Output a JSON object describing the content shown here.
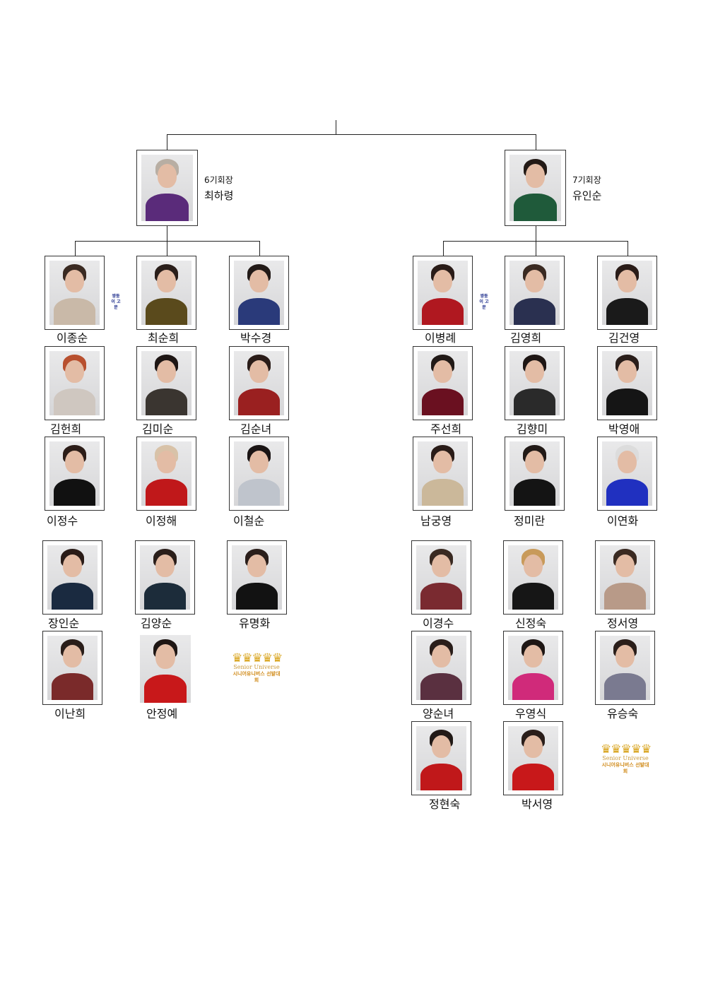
{
  "leaders": [
    {
      "title": "6기회장",
      "name": "최하령",
      "hair": "#b8aea3",
      "outfit": "#5a2b7a"
    },
    {
      "title": "7기회장",
      "name": "유인순",
      "hair": "#231a16",
      "outfit": "#1f5a3a"
    }
  ],
  "left_group": {
    "tag": "쌍둥이 고문",
    "members": [
      {
        "name": "이종순",
        "hair": "#3a2a22",
        "outfit": "#c9b9a8"
      },
      {
        "name": "최순희",
        "hair": "#2a1e1a",
        "outfit": "#5a4a1c"
      },
      {
        "name": "박수경",
        "hair": "#221a17",
        "outfit": "#2a3a7a"
      },
      {
        "name": "김헌희",
        "hair": "#b8502f",
        "outfit": "#cfc7c0"
      },
      {
        "name": "김미순",
        "hair": "#1e1614",
        "outfit": "#3a3530"
      },
      {
        "name": "김순녀",
        "hair": "#2a1c18",
        "outfit": "#9a2020"
      },
      {
        "name": "이정수",
        "hair": "#2c1d18",
        "outfit": "#111111"
      },
      {
        "name": "이정해",
        "hair": "#d8c2a8",
        "outfit": "#c0181a"
      },
      {
        "name": "이철순",
        "hair": "#1a1414",
        "outfit": "#bfc4cc"
      },
      {
        "name": "장인순",
        "hair": "#2a1c18",
        "outfit": "#1a2a40"
      },
      {
        "name": "김양순",
        "hair": "#2a1e1a",
        "outfit": "#1c2c3a"
      },
      {
        "name": "유명화",
        "hair": "#2a1e1a",
        "outfit": "#121212"
      },
      {
        "name": "이난희",
        "hair": "#2a1e1a",
        "outfit": "#7a2a2a"
      },
      {
        "name": "안정예",
        "hair": "#1e1614",
        "outfit": "#c8181a"
      }
    ]
  },
  "right_group": {
    "tag": "쌍둥이 고문",
    "members": [
      {
        "name": "이병례",
        "hair": "#2a1c18",
        "outfit": "#b01820"
      },
      {
        "name": "김영희",
        "hair": "#3a2a22",
        "outfit": "#2a3050"
      },
      {
        "name": "김건영",
        "hair": "#2a1c18",
        "outfit": "#1a1a1a"
      },
      {
        "name": "주선희",
        "hair": "#221a17",
        "outfit": "#6a1020"
      },
      {
        "name": "김향미",
        "hair": "#1e1614",
        "outfit": "#2a2a2a"
      },
      {
        "name": "박영애",
        "hair": "#2a1e1a",
        "outfit": "#151515"
      },
      {
        "name": "남궁영",
        "hair": "#2a1c18",
        "outfit": "#cbb89a"
      },
      {
        "name": "정미란",
        "hair": "#221a17",
        "outfit": "#141414"
      },
      {
        "name": "이연화",
        "hair": "#dcdcdc",
        "outfit": "#2030c0"
      },
      {
        "name": "이경수",
        "hair": "#3a2a22",
        "outfit": "#7a2a30"
      },
      {
        "name": "신정숙",
        "hair": "#c89a5a",
        "outfit": "#161616"
      },
      {
        "name": "정서영",
        "hair": "#3a2a22",
        "outfit": "#b89a88"
      },
      {
        "name": "양순녀",
        "hair": "#2a1e1a",
        "outfit": "#5a3040"
      },
      {
        "name": "우영식",
        "hair": "#1e1614",
        "outfit": "#d02a7a"
      },
      {
        "name": "유승숙",
        "hair": "#2a1e1a",
        "outfit": "#7a7a90"
      },
      {
        "name": "정현숙",
        "hair": "#221a17",
        "outfit": "#c0181a"
      },
      {
        "name": "박서영",
        "hair": "#2a1e1a",
        "outfit": "#c8181a"
      }
    ]
  },
  "logo": {
    "crown": "♛♛♛♛♛",
    "en": "Senior Universe",
    "ko": "시니어유니버스 선발대회"
  }
}
